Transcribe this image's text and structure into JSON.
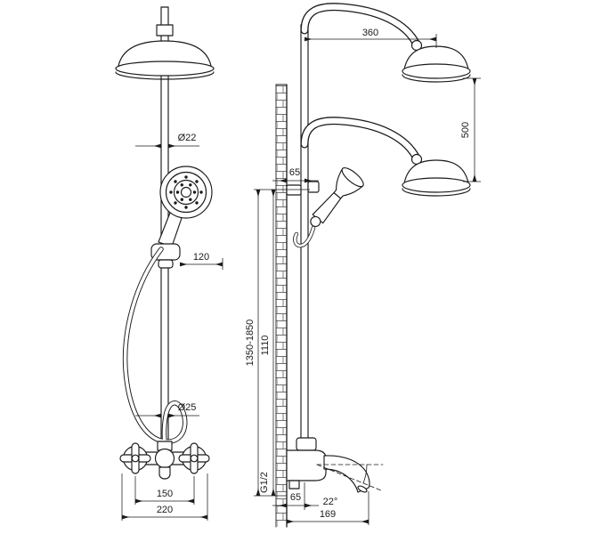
{
  "drawing": {
    "background": "#ffffff",
    "ink": "#1a1a1a",
    "dimensions": {
      "arm_reach": "360",
      "head_travel": "500",
      "upper_tube_diameter": "Ø22",
      "overall_height_range": "1350-1850",
      "holder_length": "120",
      "riser_length": "1110",
      "lower_tube_diameter": "Ø25",
      "wall_offset_top": "65",
      "handle_spacing": "150",
      "mixer_width": "220",
      "inlet_thread": "G1/2",
      "wall_offset_bottom": "65",
      "spout_angle": "22°",
      "spout_reach": "169"
    }
  }
}
